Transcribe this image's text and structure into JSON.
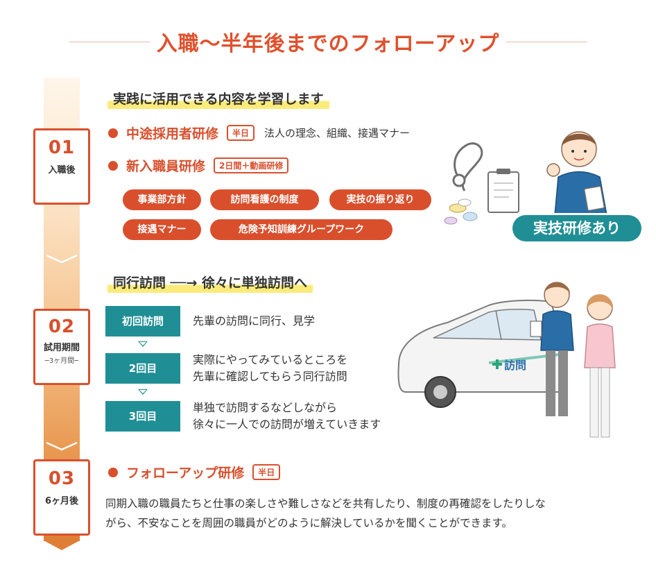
{
  "title": "入職〜半年後までのフォローアップ",
  "steps": [
    {
      "num": "01",
      "label": "入職後"
    },
    {
      "num": "02",
      "label": "試用期間",
      "sub": "─3ヶ月間─"
    },
    {
      "num": "03",
      "label": "6ヶ月後"
    }
  ],
  "section1": {
    "heading": "実践に活用できる内容を学習します",
    "items": [
      {
        "title": "中途採用者研修",
        "tag": "半日",
        "desc": "法人の理念、組織、接遇マナー"
      },
      {
        "title": "新入職員研修",
        "tag": "2日間＋動画研修"
      }
    ],
    "pills": [
      "事業部方針",
      "訪問看護の制度",
      "実技の振り返り",
      "接遇マナー",
      "危険予知訓練グループワーク"
    ],
    "badge": "実技研修あり"
  },
  "section2": {
    "heading": "同行訪問 ──→ 徐々に単独訪問へ",
    "visits": [
      {
        "label": "初回訪問",
        "text1": "先輩の訪問に同行、見学",
        "text2": ""
      },
      {
        "label": "2回目",
        "text1": "実際にやってみているところを",
        "text2": "先輩に確認してもらう同行訪問"
      },
      {
        "label": "3回目",
        "text1": "単独で訪問するなどしながら",
        "text2": "徐々に一人での訪問が増えていきます"
      }
    ],
    "car_label": "訪問"
  },
  "section3": {
    "title": "フォローアップ研修",
    "tag": "半日",
    "para1": "同期入職の職員たちと仕事の楽しさや難しさなどを共有したり、制度の再確認をしたりしな",
    "para2": "がら、不安なことを周囲の職員がどのように解決しているかを聞くことができます。"
  },
  "colors": {
    "accent": "#d94f2c",
    "teal": "#1f8f95",
    "highlight": "#fbeb7a"
  }
}
